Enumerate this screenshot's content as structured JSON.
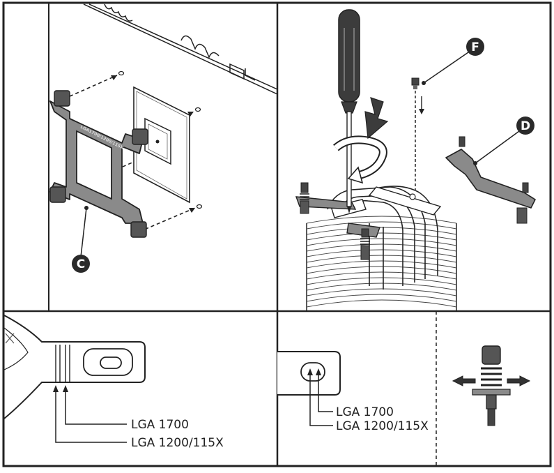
{
  "callouts": {
    "backplate": "C",
    "retention_bracket": "D",
    "screw": "F"
  },
  "backplate_stamp": "LGA1700/1200/115X",
  "bracket_detail": {
    "lga1700": "LGA 1700",
    "lga1200": "LGA 1200/115X"
  },
  "mounting_detail": {
    "lga1700": "LGA 1700",
    "lga1200": "LGA 1200/115X"
  },
  "colors": {
    "outline": "#222222",
    "bracket_gray": "#8a8a8a",
    "dark_part": "#3c3c3c",
    "badge": "#2a2a2a"
  }
}
